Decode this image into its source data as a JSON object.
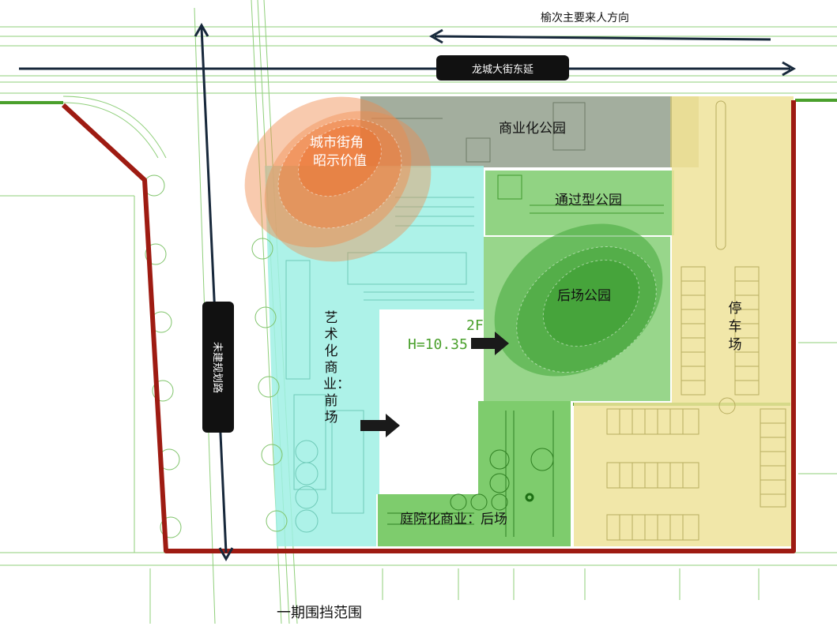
{
  "roads": {
    "main_street": "龙城大街东延",
    "direction_note": "榆次主要来人方向",
    "unplanned_road": "未建规划路"
  },
  "zones": {
    "commercial_park": "商业化公园",
    "corner_line1": "城市街角",
    "corner_line2": "昭示价值",
    "passing_park": "通过型公园",
    "back_park": "后场公园",
    "art_commerce": "艺术化商业：前场",
    "courtyard_commerce": "庭院化商业：后场",
    "parking": "停车场",
    "building_floor": "2F",
    "building_height": "H=10.35"
  },
  "footer": {
    "phase_boundary": "一期围挡范围"
  },
  "colors": {
    "boundary_red": "#9e1b12",
    "green_band": "#4aa02c",
    "cyan_zone": "#9ff0e4",
    "green_zone": "#6cc45a",
    "parking_yellow": "#efe39a",
    "gray_zone": "#8c9a86",
    "orange_bubble": "#ef8a4c",
    "line_green": "#7fc46a"
  }
}
